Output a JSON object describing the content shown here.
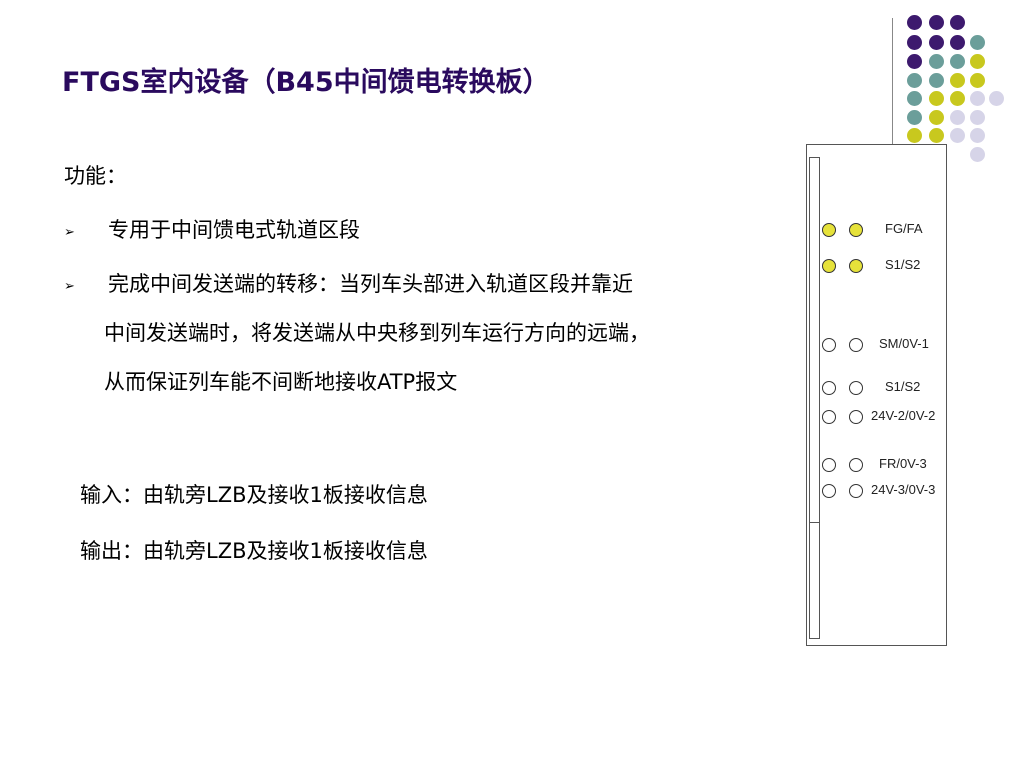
{
  "slide": {
    "title": "FTGS室内设备（B45中间馈电转换板）",
    "function_label": "功能：",
    "bullets": [
      {
        "marker": "➢",
        "lines": [
          "专用于中间馈电式轨道区段"
        ]
      },
      {
        "marker": "➢",
        "lines": [
          "完成中间发送端的转移：当列车头部进入轨道区段并靠近",
          "中间发送端时，将发送端从中央移到列车运行方向的远端，",
          "从而保证列车能不间断地接收ATP报文"
        ]
      }
    ],
    "input_text": "输入：由轨旁LZB及接收1板接收信息",
    "output_text": "输出：由轨旁LZB及接收1板接收信息"
  },
  "board": {
    "led_rows": [
      {
        "label": "FG/FA",
        "lit": true
      },
      {
        "label": "S1/S2",
        "lit": true
      },
      {
        "label": "SM/0V-1",
        "lit": false
      },
      {
        "label": "S1/S2",
        "lit": false
      },
      {
        "label": "24V-2/0V-2",
        "lit": false
      },
      {
        "label": "FR/0V-3",
        "lit": false
      },
      {
        "label": "24V-3/0V-3",
        "lit": false
      }
    ],
    "led_on_color": "#e6e23a"
  },
  "decoration": {
    "dot_colors": {
      "purple": "#3d1a6e",
      "teal": "#6b9e9a",
      "yellow": "#c8c81e",
      "lavender": "#d6d4e8"
    }
  }
}
